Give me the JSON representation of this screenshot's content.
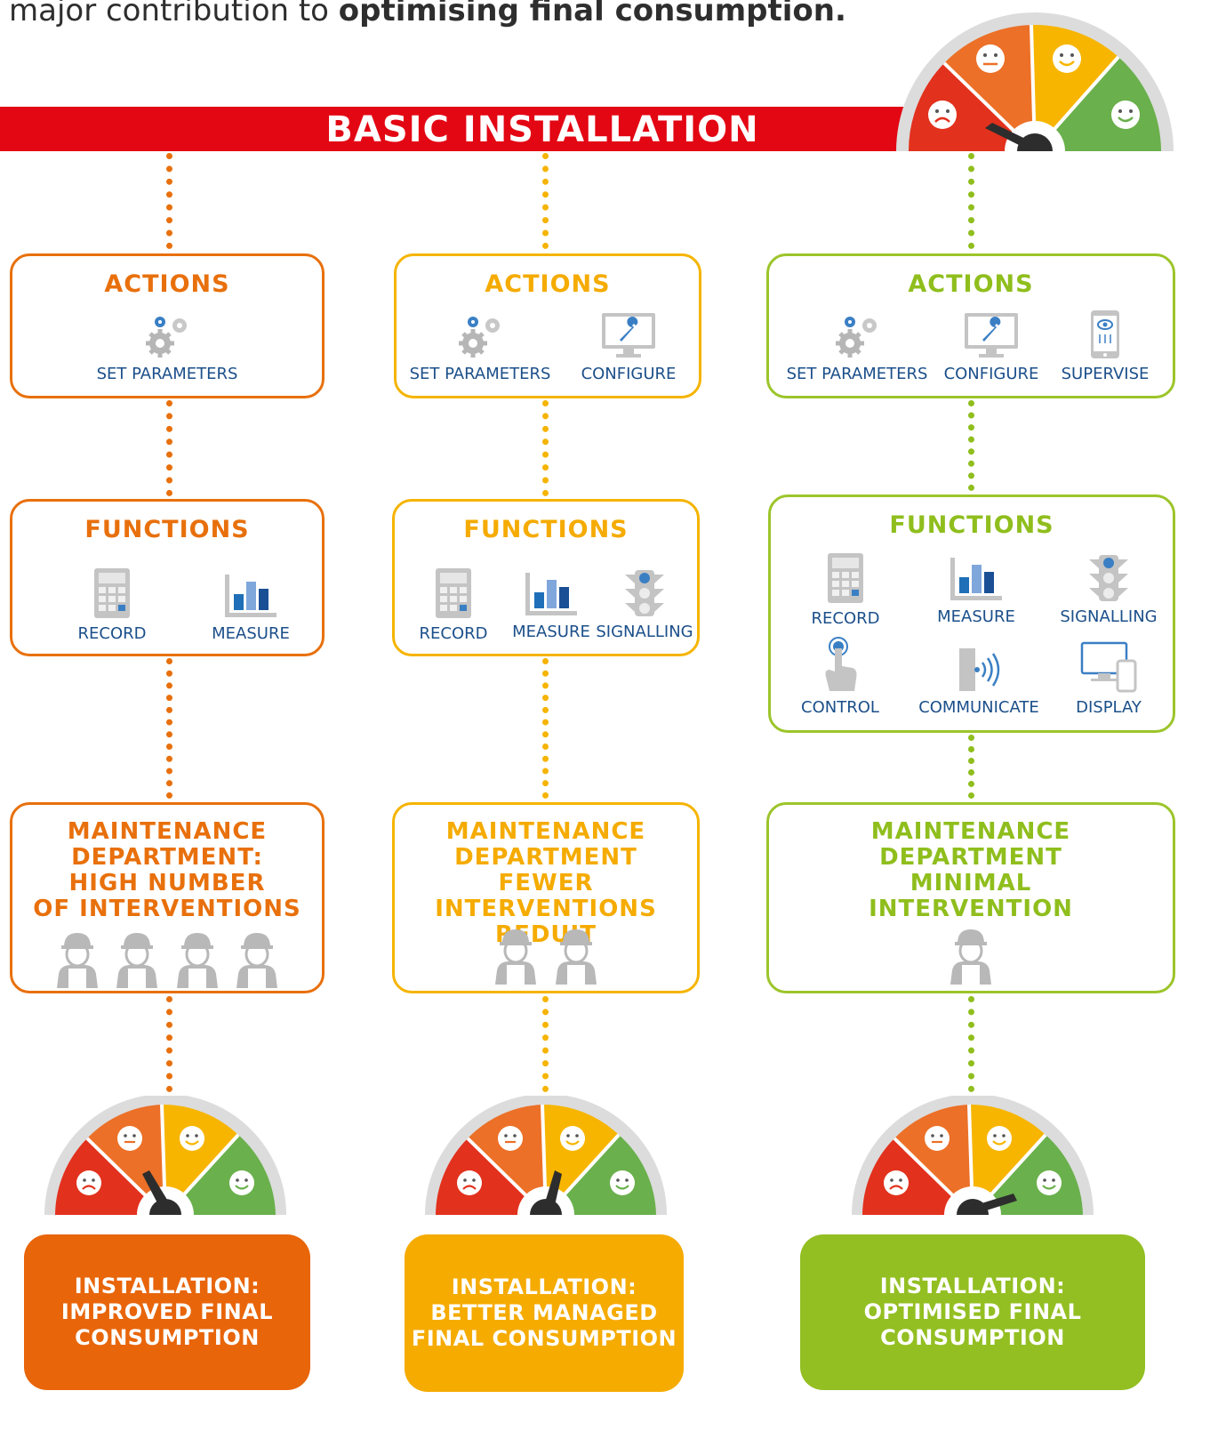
{
  "intro": {
    "prefix": "major contribution to ",
    "bold": "optimising final consumption."
  },
  "banner": {
    "title": "BASIC INSTALLATION"
  },
  "columns": [
    {
      "color": "#e8700c",
      "actions": {
        "title": "ACTIONS",
        "items": [
          {
            "label": "SET PARAMETERS",
            "icon": "gears-icon"
          }
        ]
      },
      "functions": {
        "title": "FUNCTIONS",
        "items": [
          {
            "label": "RECORD",
            "icon": "calculator-icon"
          },
          {
            "label": "MEASURE",
            "icon": "bar-chart-icon"
          }
        ]
      },
      "maintenance": {
        "lines": [
          "MAINTENANCE",
          "DEPARTMENT:",
          "HIGH NUMBER",
          "OF INTERVENTIONS"
        ],
        "workers": 4
      },
      "gauge_level": "medium-low",
      "result": {
        "lines": [
          "INSTALLATION:",
          "IMPROVED FINAL",
          "CONSUMPTION"
        ]
      }
    },
    {
      "color": "#f5ab00",
      "actions": {
        "title": "ACTIONS",
        "items": [
          {
            "label": "SET PARAMETERS",
            "icon": "gears-icon"
          },
          {
            "label": "CONFIGURE",
            "icon": "monitor-wrench-icon"
          }
        ]
      },
      "functions": {
        "title": "FUNCTIONS",
        "items": [
          {
            "label": "RECORD",
            "icon": "calculator-icon"
          },
          {
            "label": "MEASURE",
            "icon": "bar-chart-icon"
          },
          {
            "label": "SIGNALLING",
            "icon": "traffic-light-icon"
          }
        ]
      },
      "maintenance": {
        "lines": [
          "MAINTENANCE",
          "DEPARTMENT",
          "FEWER INTERVENTIONS",
          "REDUIT"
        ],
        "workers": 2
      },
      "gauge_level": "medium-high",
      "result": {
        "lines": [
          "INSTALLATION:",
          "BETTER MANAGED",
          "FINAL CONSUMPTION"
        ]
      }
    },
    {
      "color": "#8fbe1d",
      "actions": {
        "title": "ACTIONS",
        "items": [
          {
            "label": "SET PARAMETERS",
            "icon": "gears-icon"
          },
          {
            "label": "CONFIGURE",
            "icon": "monitor-wrench-icon"
          },
          {
            "label": "SUPERVISE",
            "icon": "phone-eye-icon"
          }
        ]
      },
      "functions": {
        "title": "FUNCTIONS",
        "items": [
          {
            "label": "RECORD",
            "icon": "calculator-icon"
          },
          {
            "label": "MEASURE",
            "icon": "bar-chart-icon"
          },
          {
            "label": "SIGNALLING",
            "icon": "traffic-light-icon"
          },
          {
            "label": "CONTROL",
            "icon": "hand-press-icon"
          },
          {
            "label": "COMMUNICATE",
            "icon": "wireless-icon"
          },
          {
            "label": "DISPLAY",
            "icon": "devices-icon"
          }
        ]
      },
      "maintenance": {
        "lines": [
          "MAINTENANCE",
          "DEPARTMENT",
          "MINIMAL",
          "INTERVENTION"
        ],
        "workers": 1
      },
      "gauge_level": "high",
      "result": {
        "lines": [
          "INSTALLATION:",
          "OPTIMISED FINAL",
          "CONSUMPTION"
        ]
      }
    }
  ],
  "gauge_colors": {
    "red": "#e2311d",
    "orange": "#ec7027",
    "yellow": "#f7b500",
    "green": "#6ab04c"
  }
}
